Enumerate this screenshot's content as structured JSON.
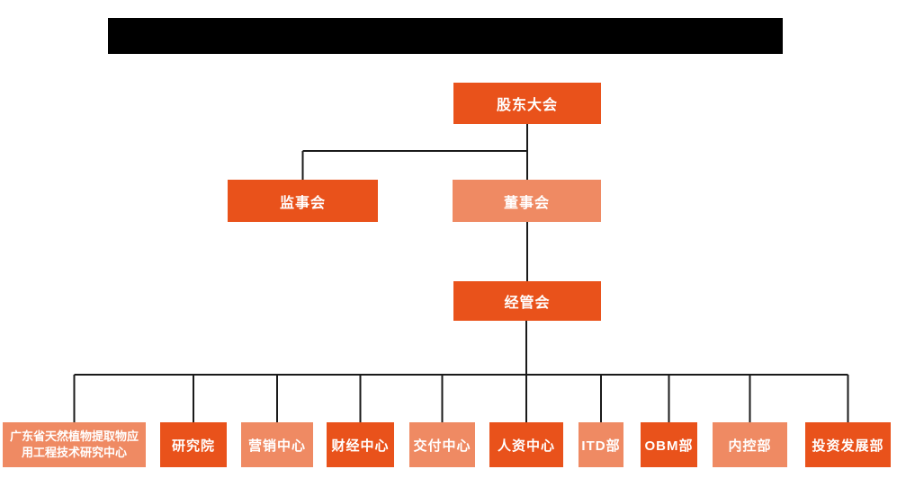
{
  "colors": {
    "dark": "#E9521B",
    "light": "#EF8A63",
    "line": "#1A1A1A",
    "bar": "#000000"
  },
  "org": {
    "shareholders": {
      "label": "股东大会"
    },
    "supervisory": {
      "label": "监事会"
    },
    "board": {
      "label": "董事会"
    },
    "management": {
      "label": "经管会"
    },
    "departments": [
      {
        "label": "广东省天然植物提取物应用工程技术研究中心",
        "label_lines": [
          "广东省天然植物提取物应",
          "用工程技术研究中心"
        ]
      },
      {
        "label": "研究院"
      },
      {
        "label": "营销中心"
      },
      {
        "label": "财经中心"
      },
      {
        "label": "交付中心"
      },
      {
        "label": "人资中心"
      },
      {
        "label": "ITD部"
      },
      {
        "label": "OBM部"
      },
      {
        "label": "内控部"
      },
      {
        "label": "投资发展部"
      }
    ]
  }
}
